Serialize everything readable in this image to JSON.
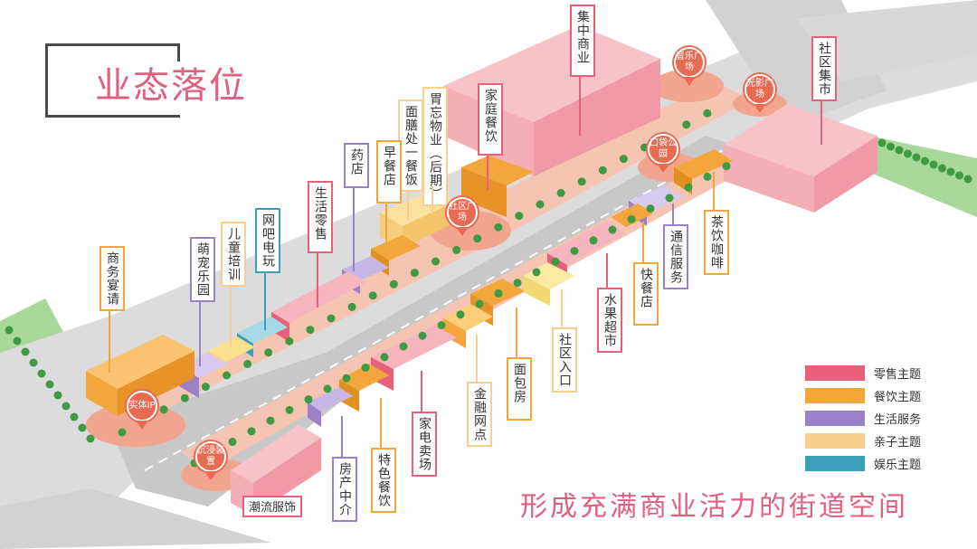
{
  "title": "业态落位",
  "caption": "形成充满商业活力的街道空间",
  "colors": {
    "retail": "#e8617a",
    "dining": "#f2a63b",
    "life": "#9b82c8",
    "family": "#f8cf8e",
    "entertainment": "#3b9fb7"
  },
  "labels": [
    {
      "id": "jizhong",
      "text": "集中商业",
      "theme": "retail"
    },
    {
      "id": "jiating",
      "text": "家庭餐饮",
      "theme": "retail"
    },
    {
      "id": "guomao",
      "text": "胃忘物业（后期）",
      "theme": "family"
    },
    {
      "id": "jiaoyu",
      "text": "面膳处一餐饭",
      "theme": "family"
    },
    {
      "id": "zaocan",
      "text": "早餐店",
      "theme": "dining"
    },
    {
      "id": "yaodian",
      "text": "药店",
      "theme": "life"
    },
    {
      "id": "shenghuo",
      "text": "生活零售",
      "theme": "retail"
    },
    {
      "id": "wangba",
      "text": "网吧电玩",
      "theme": "entertainment"
    },
    {
      "id": "ertong",
      "text": "儿童培训",
      "theme": "family"
    },
    {
      "id": "mengchong",
      "text": "萌宠乐园",
      "theme": "life"
    },
    {
      "id": "shangwu",
      "text": "商务宴请",
      "theme": "dining"
    },
    {
      "id": "shequji",
      "text": "社区集市",
      "theme": "retail"
    },
    {
      "id": "chayin",
      "text": "茶饮咖啡",
      "theme": "dining"
    },
    {
      "id": "tongxin",
      "text": "通信服务",
      "theme": "life"
    },
    {
      "id": "kuaican",
      "text": "快餐店",
      "theme": "dining"
    },
    {
      "id": "shuiguo",
      "text": "水果超市",
      "theme": "retail"
    },
    {
      "id": "rukou",
      "text": "社区入口",
      "theme": "family"
    },
    {
      "id": "mianbao",
      "text": "面包房",
      "theme": "dining"
    },
    {
      "id": "jinrong",
      "text": "金融网点",
      "theme": "family"
    },
    {
      "id": "jiadian",
      "text": "家电卖场",
      "theme": "retail"
    },
    {
      "id": "tese",
      "text": "特色餐饮",
      "theme": "dining"
    },
    {
      "id": "fangchan",
      "text": "房产中介",
      "theme": "life"
    },
    {
      "id": "chaoliu",
      "text": "潮流服饰",
      "theme": "retail"
    }
  ],
  "pins": [
    {
      "id": "yinyue",
      "text": "音乐广场"
    },
    {
      "id": "guangying",
      "text": "光影广场"
    },
    {
      "id": "koudai",
      "text": "口袋公园"
    },
    {
      "id": "shequ",
      "text": "社区广场"
    },
    {
      "id": "shiti",
      "text": "实体IP"
    },
    {
      "id": "chenjin",
      "text": "沉浸装置"
    }
  ],
  "legend": [
    {
      "label": "零售主题",
      "theme": "retail"
    },
    {
      "label": "餐饮主题",
      "theme": "dining"
    },
    {
      "label": "生活服务",
      "theme": "life"
    },
    {
      "label": "亲子主题",
      "theme": "family"
    },
    {
      "label": "娱乐主题",
      "theme": "entertainment"
    }
  ]
}
